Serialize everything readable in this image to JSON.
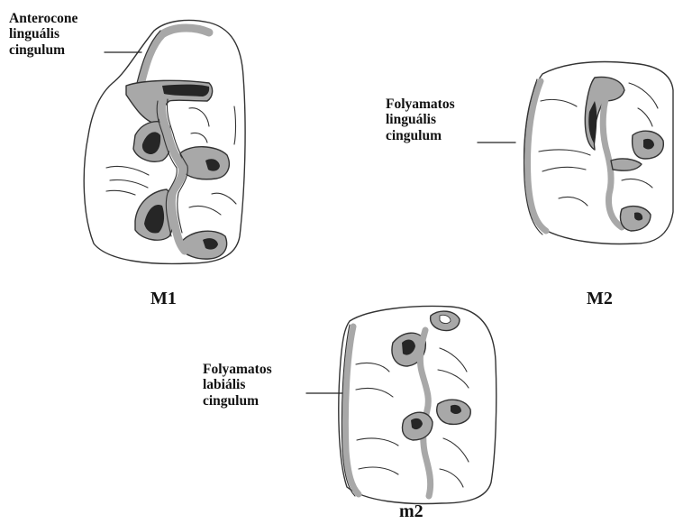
{
  "labels": {
    "anterocone": [
      "Anterocone",
      "linguális",
      "cingulum"
    ],
    "folyamatos_lingualis": [
      "Folyamatos",
      "linguális",
      "cingulum"
    ],
    "folyamatos_labialis": [
      "Folyamatos",
      "labiális",
      "cingulum"
    ]
  },
  "teeth": {
    "m1": "M1",
    "m2_upper": "M2",
    "m2_lower": "m2"
  },
  "colors": {
    "enamel_fill": "#a8a8a8",
    "dentine_fill": "#262626",
    "outline": "#333333",
    "crown": "#ffffff"
  }
}
